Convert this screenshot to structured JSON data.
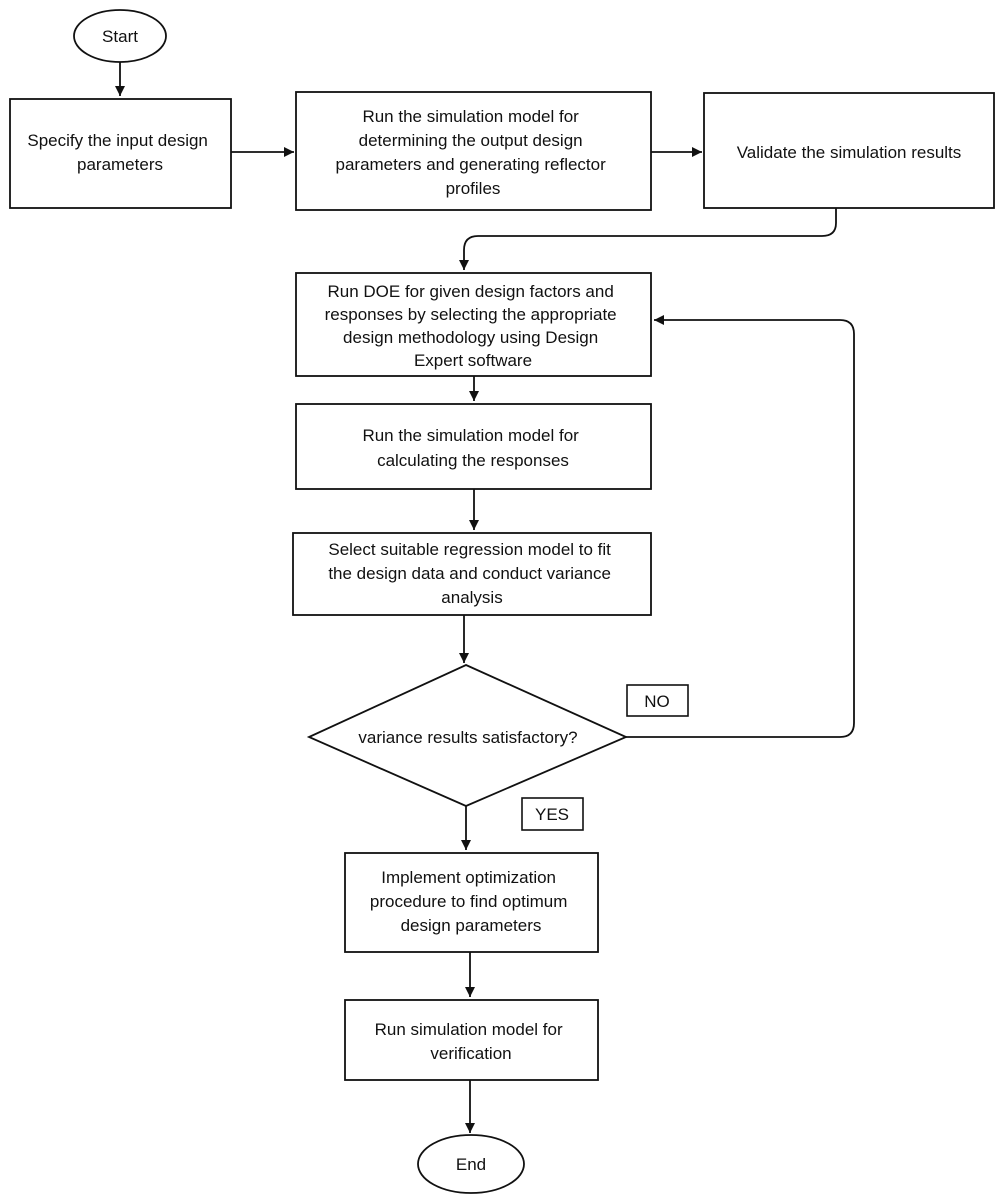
{
  "nodes": {
    "start": "Start",
    "specify": [
      "Specify the input design",
      "parameters"
    ],
    "run_sim_output": [
      "Run the simulation model for",
      "determining the output design",
      "parameters and generating reflector",
      "profiles"
    ],
    "validate": "Validate the simulation results",
    "doe": [
      "Run DOE for given design factors and",
      "responses by selecting the appropriate",
      "design methodology using Design",
      "Expert software"
    ],
    "run_sim_responses": [
      "Run the simulation model for",
      "calculating the responses"
    ],
    "regression": [
      "Select suitable regression model to fit",
      "the design data and conduct variance",
      "analysis"
    ],
    "decision": "variance results satisfactory?",
    "optimize": [
      "Implement optimization",
      "procedure to find optimum",
      "design parameters"
    ],
    "verify": [
      "Run simulation model for",
      "verification"
    ],
    "end": "End"
  },
  "labels": {
    "no": "NO",
    "yes": "YES"
  }
}
